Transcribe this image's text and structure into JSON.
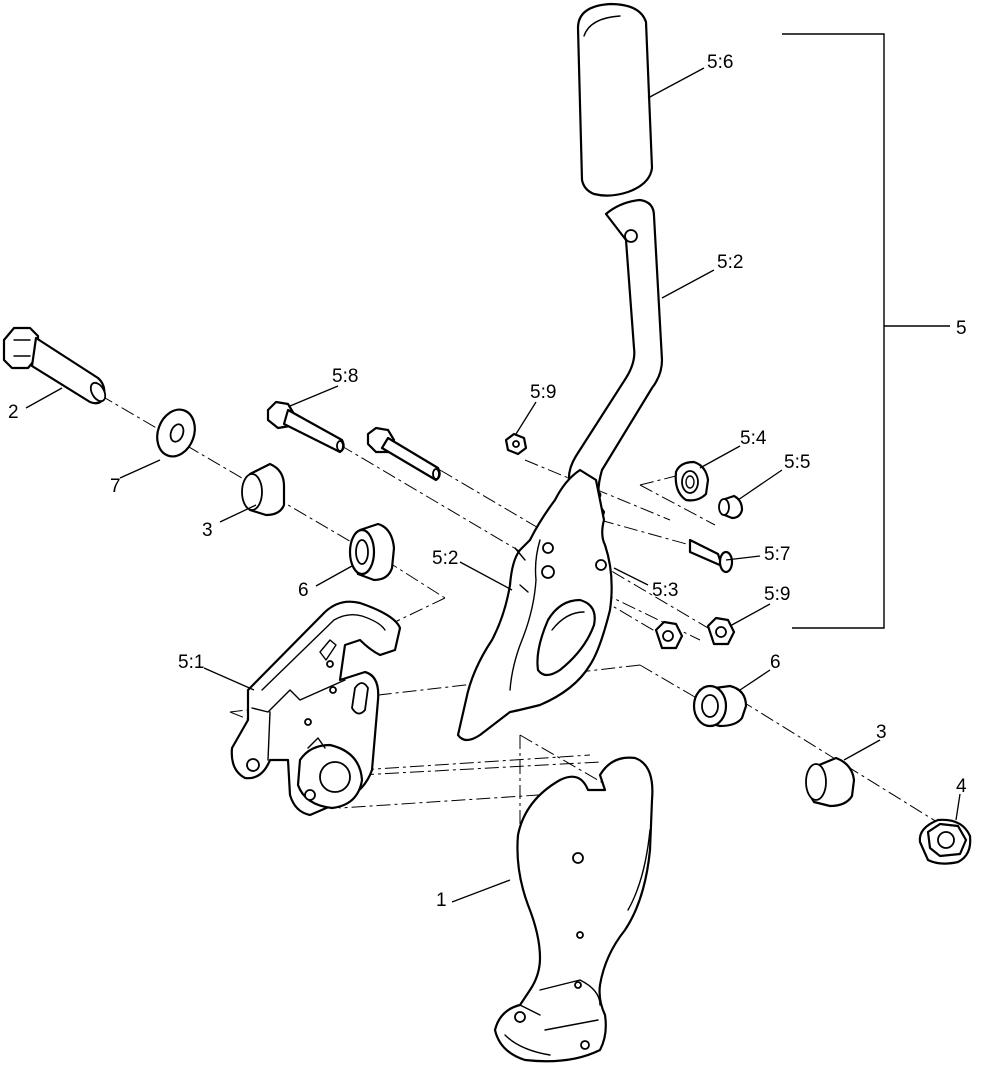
{
  "callouts": [
    {
      "id": "c-5-6",
      "label": "5:6"
    },
    {
      "id": "c-5-2-top",
      "label": "5:2"
    },
    {
      "id": "c-5",
      "label": "5"
    },
    {
      "id": "c-2",
      "label": "2"
    },
    {
      "id": "c-5-8",
      "label": "5:8"
    },
    {
      "id": "c-5-9-top",
      "label": "5:9"
    },
    {
      "id": "c-5-4",
      "label": "5:4"
    },
    {
      "id": "c-5-5",
      "label": "5:5"
    },
    {
      "id": "c-7",
      "label": "7"
    },
    {
      "id": "c-3-left",
      "label": "3"
    },
    {
      "id": "c-5-2-mid",
      "label": "5:2"
    },
    {
      "id": "c-5-7",
      "label": "5:7"
    },
    {
      "id": "c-5-3",
      "label": "5:3"
    },
    {
      "id": "c-6-left",
      "label": "6"
    },
    {
      "id": "c-5-9-low",
      "label": "5:9"
    },
    {
      "id": "c-5-1",
      "label": "5:1"
    },
    {
      "id": "c-6-right",
      "label": "6"
    },
    {
      "id": "c-3-right",
      "label": "3"
    },
    {
      "id": "c-4",
      "label": "4"
    },
    {
      "id": "c-1",
      "label": "1"
    }
  ]
}
